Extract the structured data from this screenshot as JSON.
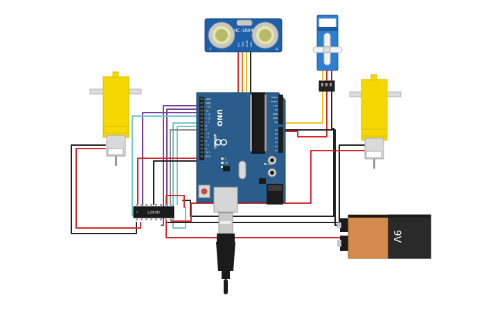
{
  "sensor": {
    "label": "HC-SR04",
    "pins": [
      "VCC",
      "TRIG",
      "ECHO",
      "GND"
    ]
  },
  "arduino": {
    "model": "UNO",
    "brand": "ARDUINO",
    "digital_header": [
      "AREF",
      "GND",
      "~13",
      "12",
      "~11",
      "~10",
      "~9",
      "8",
      "7",
      "~6",
      "~5",
      "4",
      "~3",
      "2",
      "TX 1",
      "RX 0"
    ],
    "power_header": [
      "IOREF",
      "RESET",
      "3.3V",
      "5V",
      "GND",
      "GND",
      "VIN"
    ],
    "analog_header": [
      "A0",
      "A1",
      "A2",
      "A3",
      "A4",
      "A5"
    ],
    "led_labels": [
      "L",
      "TX",
      "RX",
      "ON"
    ]
  },
  "driver": {
    "label": "L293D"
  },
  "battery": {
    "label": "9V"
  },
  "wire_colors": {
    "red": "#d22b2b",
    "black": "#222222",
    "yellow": "#e8c21a",
    "orange": "#e57a1f",
    "purple": "#7b3fa0",
    "cyan": "#6fc6c9",
    "gray": "#888888"
  }
}
